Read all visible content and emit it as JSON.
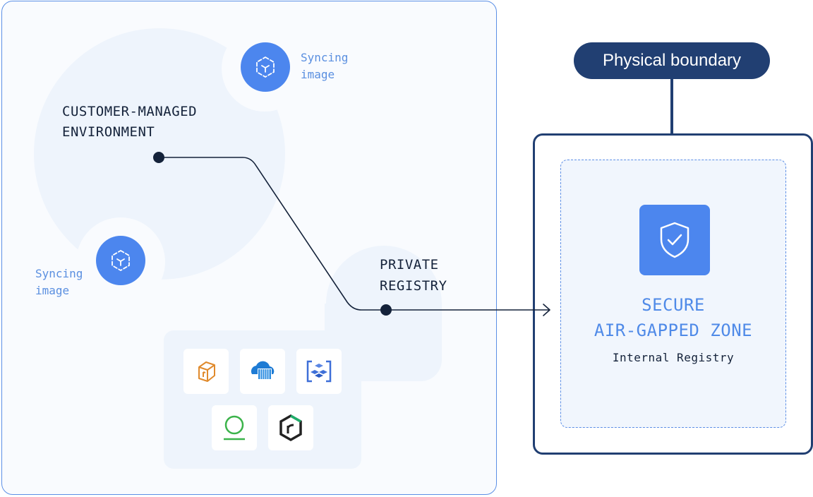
{
  "left_panel": {
    "environment_label": "CUSTOMER-MANAGED\nENVIRONMENT",
    "registry_label": "PRIVATE\nREGISTRY",
    "sync_top": {
      "label": "Syncing\nimage",
      "icon": "sync-cube-icon"
    },
    "sync_bottom": {
      "label": "Syncing\nimage",
      "icon": "sync-cube-icon"
    },
    "registry_logos": [
      {
        "icon": "box-registry-icon",
        "color": "#e08a2c"
      },
      {
        "icon": "azure-container-registry-icon",
        "color": "#1e7bd4"
      },
      {
        "icon": "gcp-artifact-registry-icon",
        "color": "#3e6fd8"
      },
      {
        "icon": "harbor-ring-icon",
        "color": "#3bb34a"
      },
      {
        "icon": "rancher-hex-icon",
        "color": "#222222"
      }
    ]
  },
  "right_panel": {
    "boundary_label": "Physical boundary",
    "zone_title": "SECURE\nAIR-GAPPED ZONE",
    "zone_subtitle": "Internal Registry",
    "zone_icon": "shield-check-icon"
  },
  "colors": {
    "accent_blue": "#4c86ee",
    "navy": "#213f72",
    "text_dark": "#14223a",
    "label_blue": "#5a8fe0"
  }
}
